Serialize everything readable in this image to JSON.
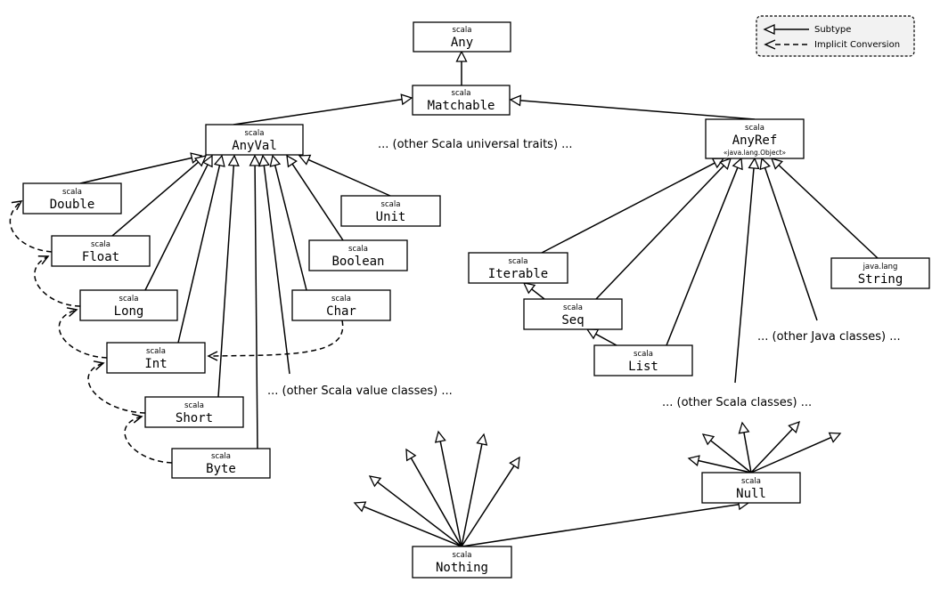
{
  "legend": {
    "subtype_label": "Subtype",
    "implicit_label": "Implicit Conversion"
  },
  "nodes": {
    "any": {
      "pkg": "scala",
      "name": "Any"
    },
    "matchable": {
      "pkg": "scala",
      "name": "Matchable"
    },
    "anyval": {
      "pkg": "scala",
      "name": "AnyVal"
    },
    "anyref": {
      "pkg": "scala",
      "name": "AnyRef",
      "sub": "«java.lang.Object»"
    },
    "double": {
      "pkg": "scala",
      "name": "Double"
    },
    "float": {
      "pkg": "scala",
      "name": "Float"
    },
    "long": {
      "pkg": "scala",
      "name": "Long"
    },
    "int": {
      "pkg": "scala",
      "name": "Int"
    },
    "short": {
      "pkg": "scala",
      "name": "Short"
    },
    "byte": {
      "pkg": "scala",
      "name": "Byte"
    },
    "unit": {
      "pkg": "scala",
      "name": "Unit"
    },
    "boolean": {
      "pkg": "scala",
      "name": "Boolean"
    },
    "char": {
      "pkg": "scala",
      "name": "Char"
    },
    "iterable": {
      "pkg": "scala",
      "name": "Iterable"
    },
    "seq": {
      "pkg": "scala",
      "name": "Seq"
    },
    "list": {
      "pkg": "scala",
      "name": "List"
    },
    "string": {
      "pkg": "java.lang",
      "name": "String"
    },
    "null": {
      "pkg": "scala",
      "name": "Null"
    },
    "nothing": {
      "pkg": "scala",
      "name": "Nothing"
    }
  },
  "notes": {
    "universal_traits": "... (other Scala universal traits) ...",
    "value_classes": "... (other Scala value classes) ...",
    "java_classes": "... (other Java classes) ...",
    "scala_classes": "... (other Scala classes) ..."
  }
}
